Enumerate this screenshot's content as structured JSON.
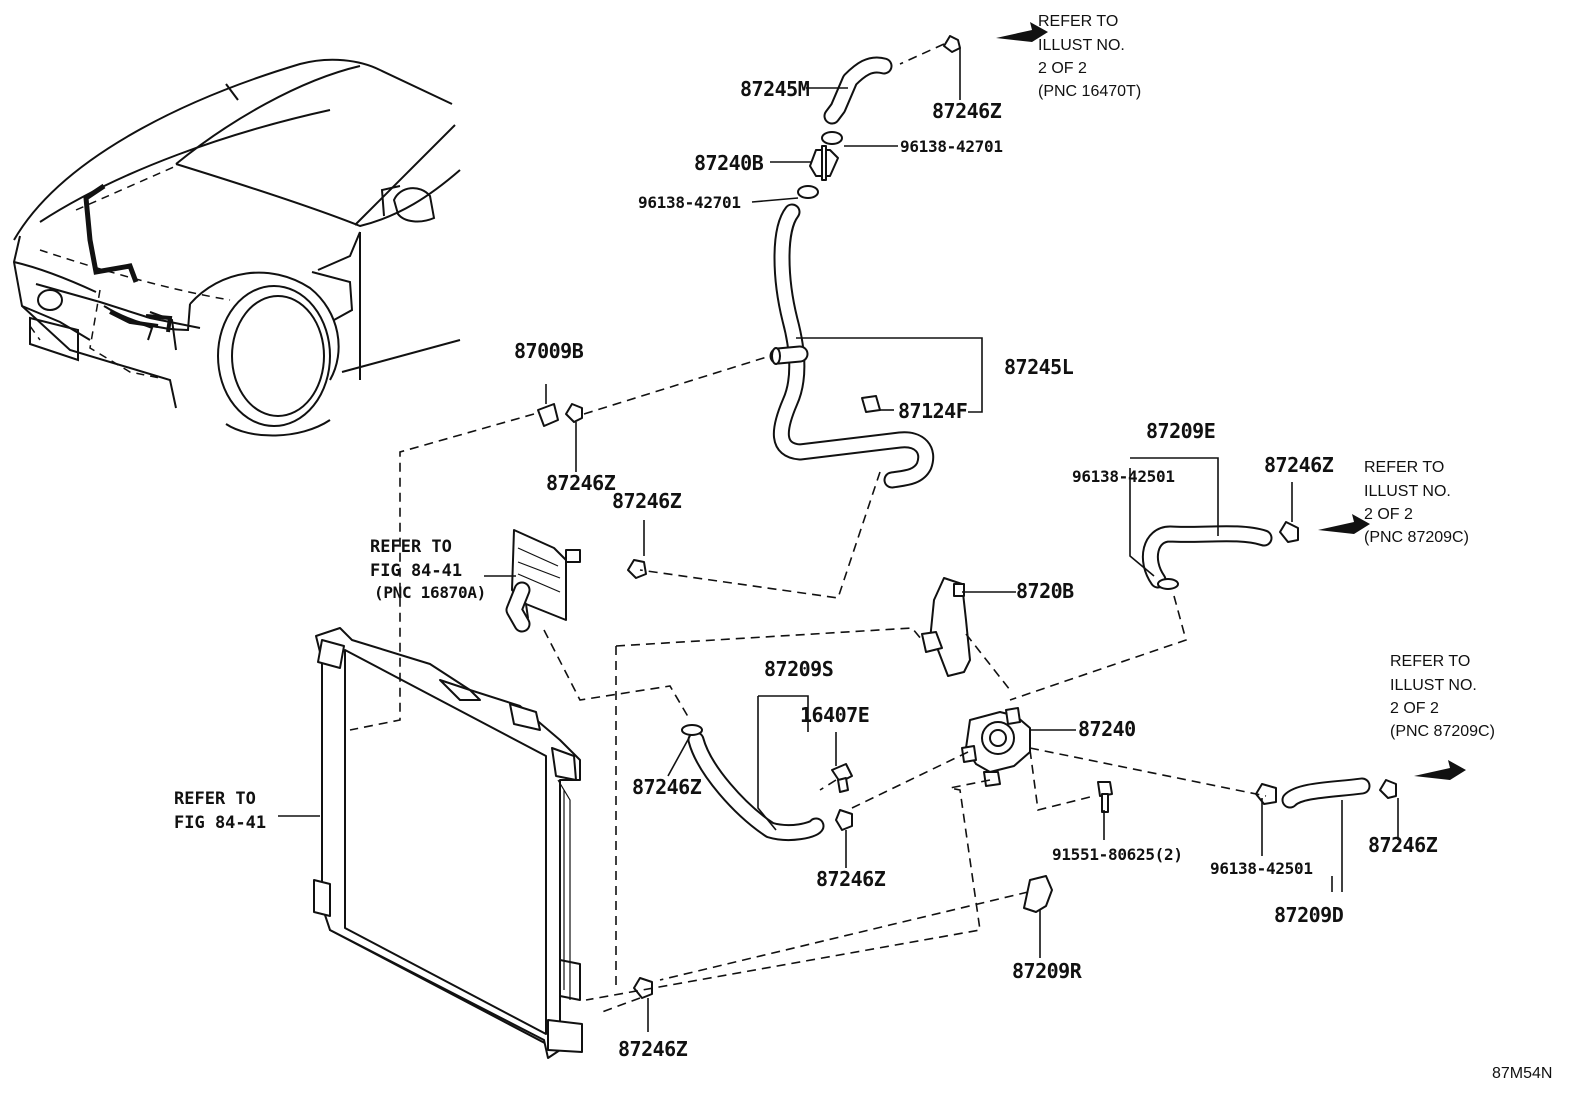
{
  "labels": {
    "l_87245M": "87245M",
    "l_87246Z_top": "87246Z",
    "l_96138_42701_a": "96138-42701",
    "l_87240B": "87240B",
    "l_96138_42701_b": "96138-42701",
    "l_87009B": "87009B",
    "l_87245L": "87245L",
    "l_87124F": "87124F",
    "l_87246Z_a": "87246Z",
    "l_87246Z_b": "87246Z",
    "l_87209E": "87209E",
    "l_96138_42501_a": "96138-42501",
    "l_87246Z_c": "87246Z",
    "l_8720B": "8720B",
    "l_87209S": "87209S",
    "l_16407E": "16407E",
    "l_87240": "87240",
    "l_87246Z_d": "87246Z",
    "l_87246Z_e": "87246Z",
    "l_91551": "91551-80625(2)",
    "l_96138_42501_b": "96138-42501",
    "l_87246Z_f": "87246Z",
    "l_87209D": "87209D",
    "l_87209R": "87209R",
    "l_87246Z_g": "87246Z"
  },
  "refers": {
    "top": [
      "REFER TO",
      "ILLUST NO.",
      "2 OF 2",
      "(PNC 16470T)"
    ],
    "mid_right": [
      "REFER TO",
      "ILLUST NO.",
      "2 OF 2",
      "(PNC 87209C)"
    ],
    "low_right": [
      "REFER TO",
      "ILLUST NO.",
      "2 OF 2",
      "(PNC 87209C)"
    ],
    "oil_cooler": [
      "REFER TO",
      "FIG 84-41",
      "(PNC 16870A)"
    ],
    "radiator": [
      "REFER TO",
      "FIG 84-41"
    ]
  },
  "figure_code": "87M54N"
}
